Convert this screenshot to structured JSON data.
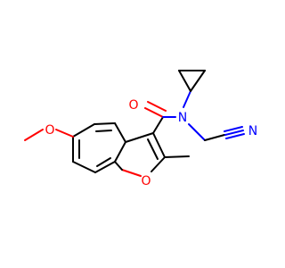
{
  "diagram": {
    "type": "chemical-structure",
    "colors": {
      "bond": "#000000",
      "oxygen": "#ff0000",
      "nitrogen": "#0000ff",
      "background": "#ffffff"
    },
    "atoms": {
      "carbonyl_o": "O",
      "amide_n": "N",
      "nitrile_n": "N",
      "methoxy_o": "O",
      "furan_o": "O"
    }
  }
}
